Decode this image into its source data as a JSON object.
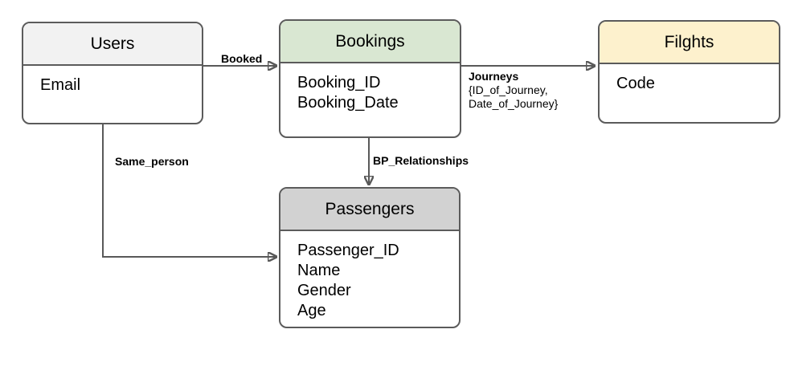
{
  "entities": {
    "users": {
      "title": "Users",
      "attributes": [
        "Email"
      ],
      "header_color": "#f2f2f2"
    },
    "bookings": {
      "title": "Bookings",
      "attributes": [
        "Booking_ID",
        "Booking_Date"
      ],
      "header_color": "#d9e7d2"
    },
    "flights": {
      "title": "Filghts",
      "attributes": [
        "Code"
      ],
      "header_color": "#fdf1cd"
    },
    "passengers": {
      "title": "Passengers",
      "attributes": [
        "Passenger_ID",
        "Name",
        "Gender",
        "Age"
      ],
      "header_color": "#d2d2d2"
    }
  },
  "relationships": {
    "booked": {
      "label": "Booked",
      "from": "Users",
      "to": "Bookings"
    },
    "journeys": {
      "label": "Journeys",
      "annotation": [
        "{ID_of_Journey,",
        "Date_of_Journey}"
      ],
      "from": "Bookings",
      "to": "Filghts"
    },
    "bp_relationships": {
      "label": "BP_Relationships",
      "from": "Bookings",
      "to": "Passengers"
    },
    "same_person": {
      "label": "Same_person",
      "from": "Users",
      "to": "Passengers"
    }
  },
  "colors": {
    "line": "#595959",
    "border": "#5b5b5b",
    "background": "#ffffff",
    "text": "#000000"
  }
}
